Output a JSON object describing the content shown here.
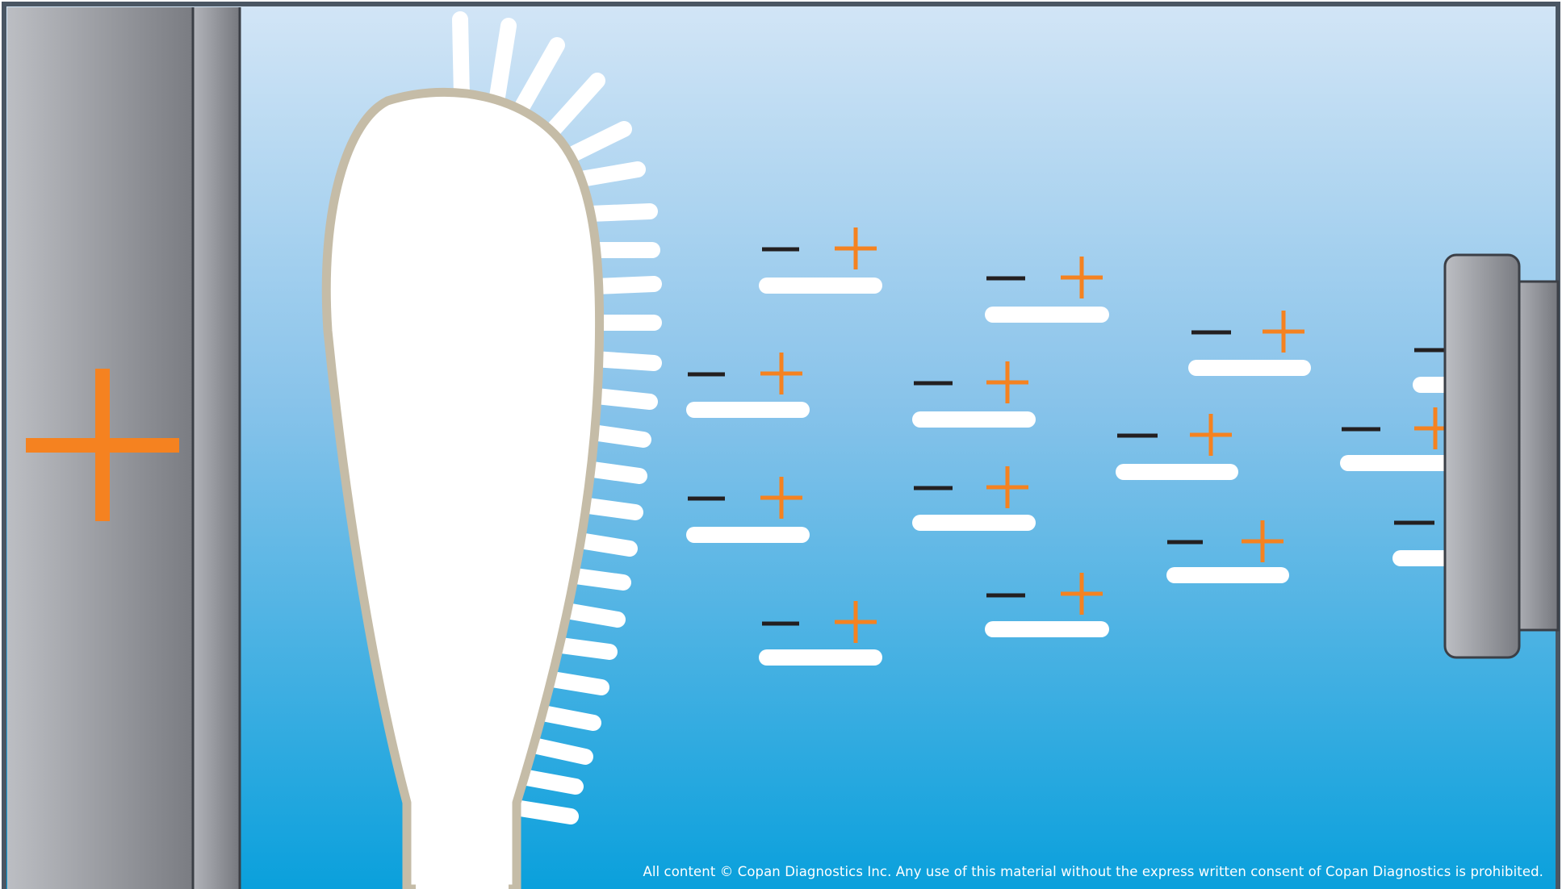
{
  "copyright": "All content © Copan Diagnostics Inc. Any use of this material without the express written consent of Copan Diagnostics is prohibited.",
  "colors": {
    "plus_sign": "#f58220",
    "minus_sign": "#231f20",
    "frame": "#4a5663",
    "sky_top": "#d2e5f6",
    "sky_bottom": "#0aa0dc",
    "swab_outline": "#c5bca7",
    "electrode": "#9b9ea4"
  },
  "icons": [
    "positive-electrode",
    "negative-electrode",
    "flocked-swab",
    "plus-sign",
    "minus-sign",
    "charged-fiber"
  ]
}
